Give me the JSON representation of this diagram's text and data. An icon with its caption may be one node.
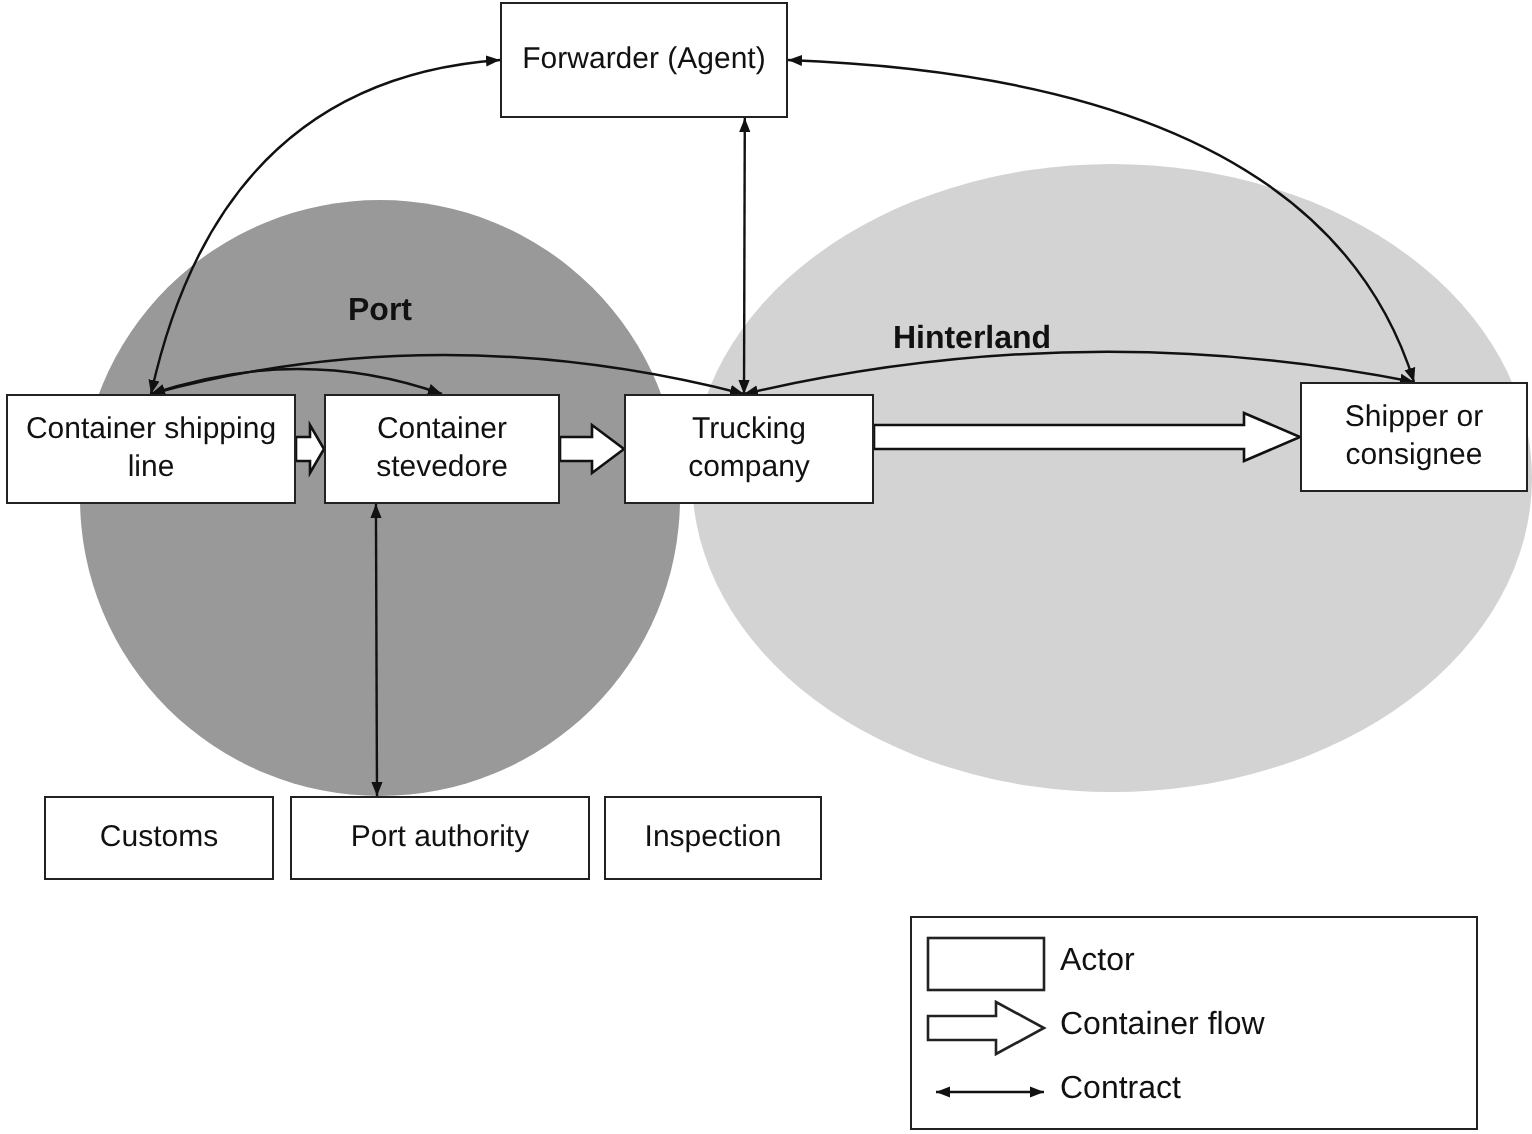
{
  "diagram": {
    "nodes": [
      {
        "text": [
          "Port"
        ]
      },
      {
        "text": [
          "Hinterland"
        ]
      },
      {
        "text": [
          "Forwarder (Agent)"
        ]
      },
      {
        "text": [
          "Container shipping line"
        ]
      },
      {
        "text": [
          "Container stevedore"
        ],
        "in": 0
      },
      {
        "text": [
          "Trucking company"
        ]
      },
      {
        "text": [
          "Shipper or consignee"
        ],
        "in": 1
      },
      {
        "text": [
          "Customs"
        ]
      },
      {
        "text": [
          "Port authority"
        ]
      },
      {
        "text": [
          "Inspection"
        ]
      }
    ],
    "edges": [
      {
        "from": 3,
        "to": 4,
        "arrow": "to",
        "style": "thick"
      },
      {
        "from": 4,
        "to": 5,
        "arrow": "to",
        "style": "thick"
      },
      {
        "from": 5,
        "to": 6,
        "arrow": "to",
        "style": "thick"
      },
      {
        "from": 3,
        "to": 2,
        "arrow": "both"
      },
      {
        "from": 2,
        "to": 6,
        "arrow": "both"
      },
      {
        "from": 2,
        "to": 5,
        "arrow": "both"
      },
      {
        "from": 3,
        "to": 4,
        "arrow": "both"
      },
      {
        "from": 3,
        "to": 5,
        "arrow": "both"
      },
      {
        "from": 5,
        "to": 6,
        "arrow": "both"
      },
      {
        "from": 4,
        "to": 8,
        "arrow": "both"
      }
    ],
    "legend": [
      {
        "text": "Actor"
      },
      {
        "text": "Container flow"
      },
      {
        "text": "Contract"
      }
    ]
  }
}
